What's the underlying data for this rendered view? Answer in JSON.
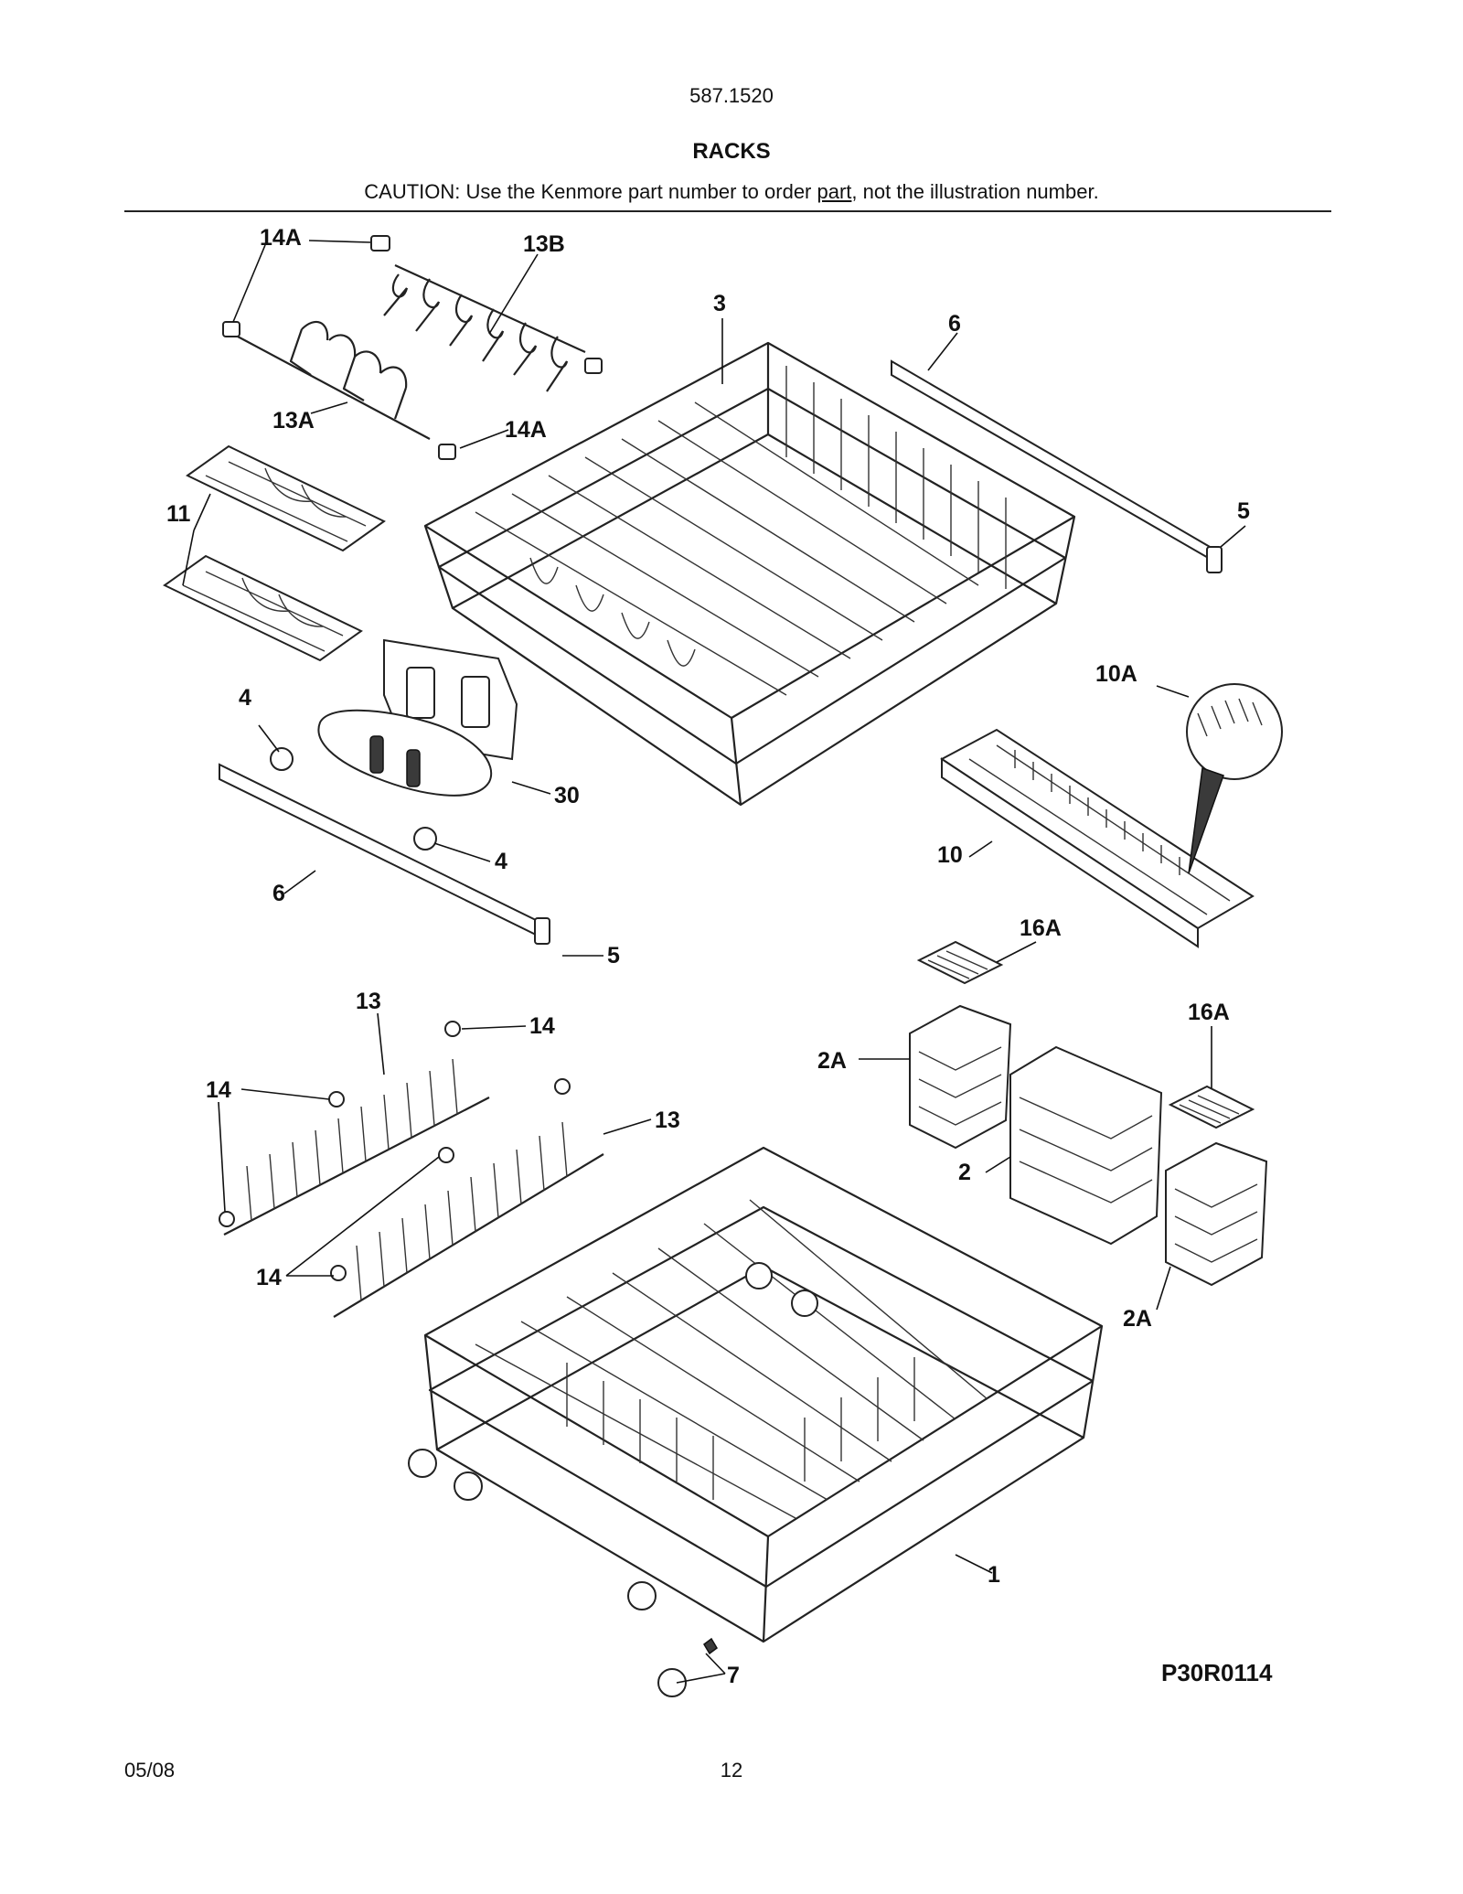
{
  "header": {
    "model": "587.1520",
    "title": "RACKS",
    "caution_prefix": "CAUTION: Use the Kenmore part number to order ",
    "caution_link": "part",
    "caution_suffix": ", not the illustration number."
  },
  "callouts": {
    "c14a_top": "14A",
    "c13b": "13B",
    "c3": "3",
    "c6_top": "6",
    "c13a": "13A",
    "c14a_mid": "14A",
    "c11": "11",
    "c5_top": "5",
    "c10a": "10A",
    "c4_top": "4",
    "c30": "30",
    "c4_bottom": "4",
    "c10": "10",
    "c6_bottom": "6",
    "c16a_top": "16A",
    "c5_bottom": "5",
    "c13_top": "13",
    "c14_top": "14",
    "c16a_right": "16A",
    "c14_left": "14",
    "c2a_top": "2A",
    "c13_right": "13",
    "c2": "2",
    "c14_bottom": "14",
    "c2a_bottom": "2A",
    "c1": "1",
    "c7": "7"
  },
  "footer": {
    "diagram_code": "P30R0114",
    "date": "05/08",
    "page_number": "12"
  }
}
